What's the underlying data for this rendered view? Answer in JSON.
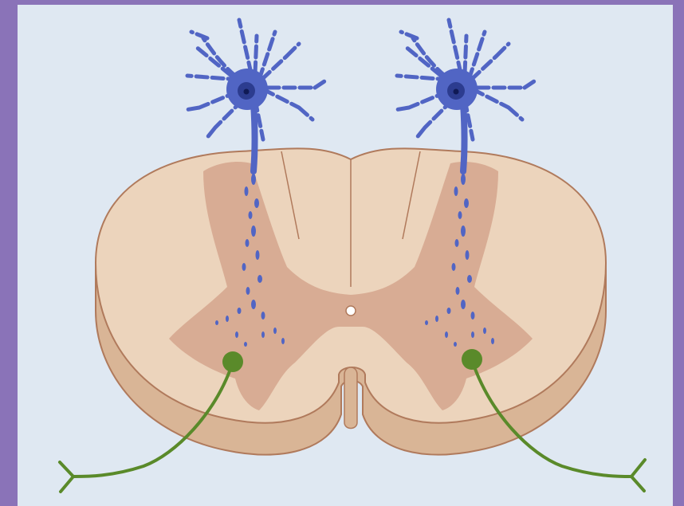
{
  "figure": {
    "subject": "spinal-cord-cross-section",
    "elements": [
      "upper-motor-neuron-left",
      "upper-motor-neuron-right",
      "lower-motor-neuron-left",
      "lower-motor-neuron-right",
      "central-canal",
      "gray-matter",
      "white-matter",
      "anterior-median-fissure",
      "posterior-median-sulcus"
    ]
  },
  "colors": {
    "background": "#8a73b8",
    "panel": "#dfe8f2",
    "white_matter": "#ecd4bc",
    "white_matter_side": "#d9b596",
    "gray_matter": "#d8ac94",
    "outline": "#b07a5c",
    "upper_neuron": "#5165c4",
    "upper_neuron_nucleus": "#2c3c8f",
    "lower_neuron": "#5a8a2a",
    "central_canal": "#ffffff"
  }
}
